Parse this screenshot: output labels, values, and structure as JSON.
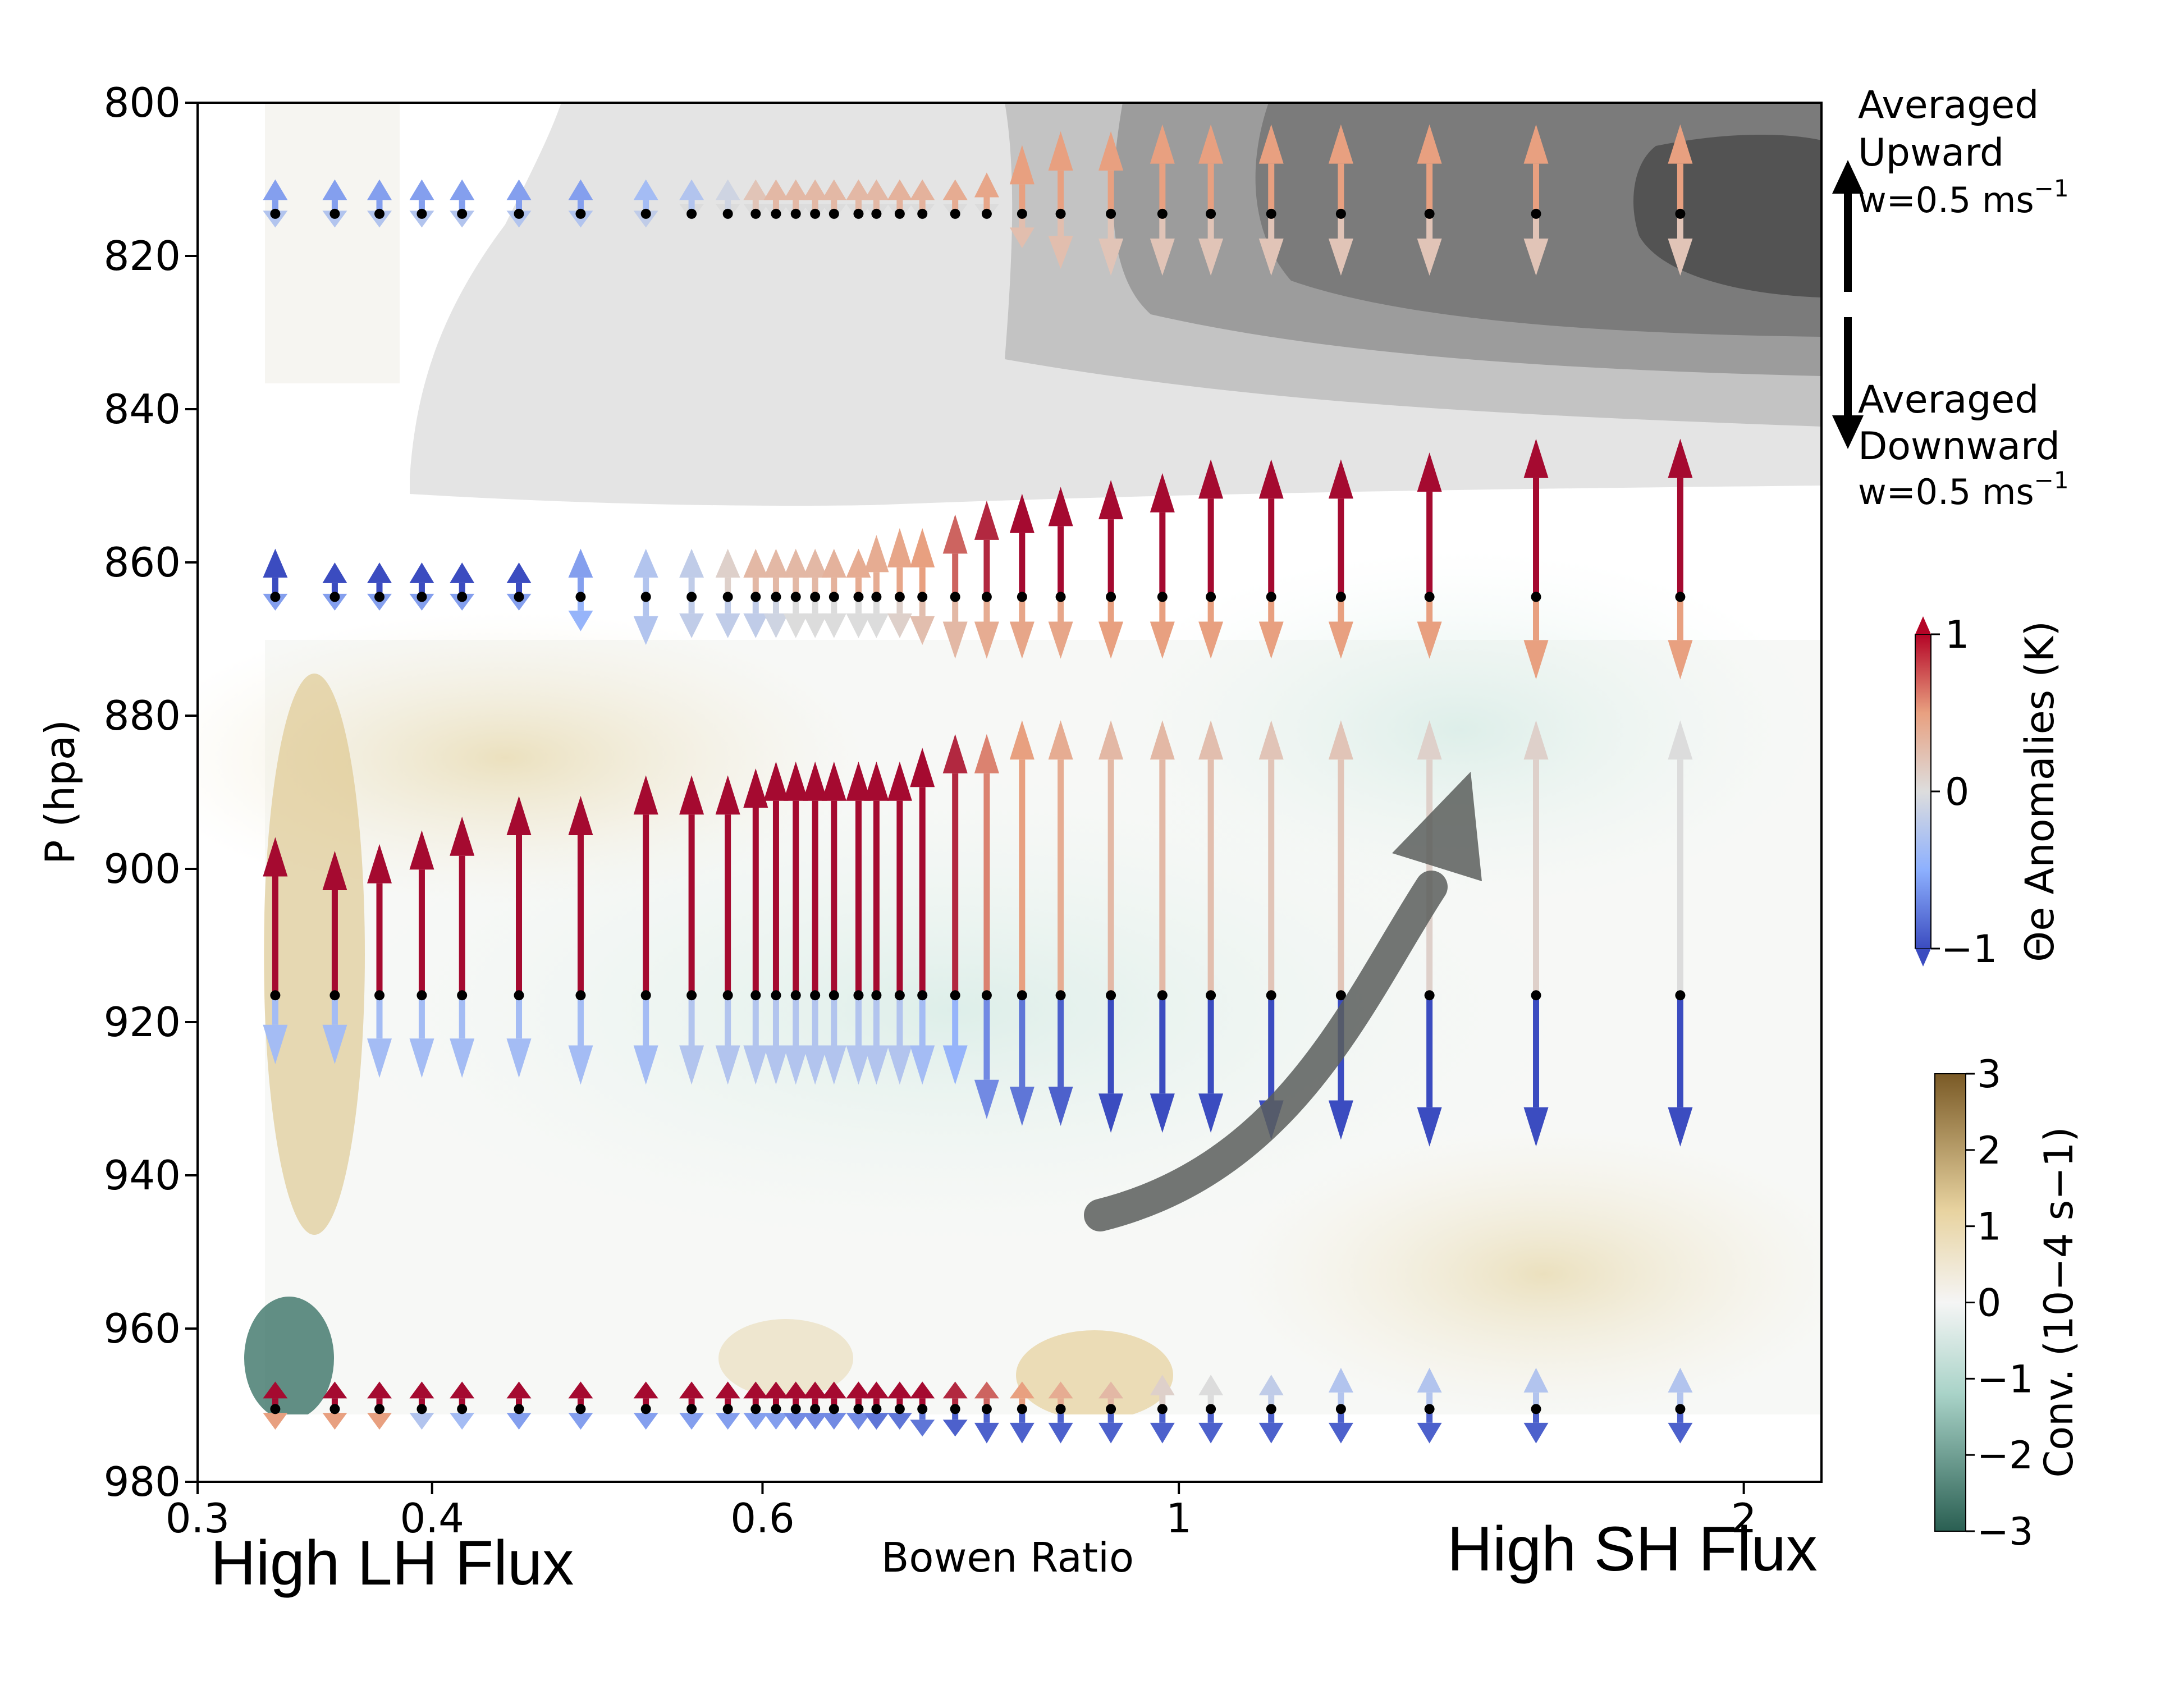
{
  "chart_data": {
    "type": "contour_quiver",
    "xlabel": "Bowen Ratio",
    "ylabel": "P (hpa)",
    "xscale": "log",
    "xlim": [
      0.3,
      2.2
    ],
    "ylim": [
      980,
      800
    ],
    "xticks": [
      0.3,
      0.4,
      0.6,
      1,
      2
    ],
    "xtick_labels": [
      "0.3",
      "0.4",
      "0.6",
      "1",
      "2"
    ],
    "yticks": [
      800,
      820,
      840,
      860,
      880,
      900,
      920,
      940,
      960,
      980
    ],
    "ytick_labels": [
      "800",
      "820",
      "840",
      "860",
      "880",
      "900",
      "920",
      "940",
      "960",
      "980"
    ],
    "x_positions": [
      0.33,
      0.355,
      0.375,
      0.395,
      0.415,
      0.445,
      0.48,
      0.52,
      0.55,
      0.575,
      0.595,
      0.61,
      0.625,
      0.64,
      0.655,
      0.675,
      0.69,
      0.71,
      0.73,
      0.76,
      0.79,
      0.825,
      0.865,
      0.92,
      0.98,
      1.04,
      1.12,
      1.22,
      1.36,
      1.55,
      1.85
    ],
    "levels": [
      814.5,
      864.5,
      916.5,
      970.5
    ],
    "arrows": [
      {
        "level": 814.5,
        "up": [
          0.05,
          0.05,
          0.05,
          0.05,
          0.05,
          0.05,
          0.05,
          0.05,
          0.05,
          0.05,
          0.05,
          0.05,
          0.05,
          0.05,
          0.05,
          0.05,
          0.05,
          0.05,
          0.05,
          0.05,
          0.06,
          0.1,
          0.12,
          0.12,
          0.13,
          0.13,
          0.13,
          0.13,
          0.13,
          0.13,
          0.13
        ],
        "down": [
          0.02,
          0.02,
          0.02,
          0.02,
          0.02,
          0.02,
          0.02,
          0.02,
          0.01,
          0.01,
          0.01,
          0.01,
          0.01,
          0.01,
          0.01,
          0.01,
          0.01,
          0.01,
          0.01,
          0.01,
          0.01,
          0.05,
          0.08,
          0.09,
          0.09,
          0.09,
          0.09,
          0.09,
          0.09,
          0.09,
          0.09
        ],
        "theta_up": [
          -0.6,
          -0.6,
          -0.6,
          -0.6,
          -0.6,
          -0.6,
          -0.6,
          -0.4,
          -0.3,
          -0.1,
          0.2,
          0.3,
          0.3,
          0.3,
          0.3,
          0.3,
          0.3,
          0.35,
          0.35,
          0.4,
          0.45,
          0.5,
          0.5,
          0.5,
          0.5,
          0.5,
          0.5,
          0.5,
          0.5,
          0.5,
          0.5
        ],
        "theta_down": [
          -0.3,
          -0.3,
          -0.3,
          -0.3,
          -0.3,
          -0.3,
          -0.3,
          -0.2,
          0,
          0,
          0,
          0,
          0,
          0,
          0,
          0,
          0,
          0,
          0,
          0,
          0,
          0.25,
          0.25,
          0.2,
          0.2,
          0.2,
          0.2,
          0.2,
          0.2,
          0.2,
          0.2
        ]
      },
      {
        "level": 864.5,
        "up": [
          0.07,
          0.05,
          0.05,
          0.05,
          0.05,
          0.05,
          0.07,
          0.07,
          0.07,
          0.07,
          0.07,
          0.07,
          0.07,
          0.07,
          0.07,
          0.07,
          0.09,
          0.1,
          0.1,
          0.12,
          0.14,
          0.15,
          0.16,
          0.17,
          0.18,
          0.2,
          0.2,
          0.2,
          0.21,
          0.23,
          0.23
        ],
        "down": [
          0.02,
          0.02,
          0.02,
          0.02,
          0.02,
          0.02,
          0.05,
          0.07,
          0.06,
          0.06,
          0.06,
          0.06,
          0.06,
          0.06,
          0.06,
          0.06,
          0.06,
          0.06,
          0.07,
          0.09,
          0.09,
          0.09,
          0.09,
          0.09,
          0.09,
          0.09,
          0.09,
          0.09,
          0.09,
          0.12,
          0.12
        ],
        "theta_up": [
          -1,
          -1,
          -1,
          -1,
          -1,
          -1,
          -0.6,
          -0.3,
          -0.2,
          0.1,
          0.3,
          0.3,
          0.3,
          0.3,
          0.35,
          0.4,
          0.4,
          0.45,
          0.5,
          0.7,
          0.9,
          1,
          1,
          1,
          1,
          1,
          1,
          1,
          1,
          1,
          1
        ],
        "theta_down": [
          -0.6,
          -0.6,
          -0.6,
          -0.6,
          -0.6,
          -0.6,
          -0.5,
          -0.3,
          -0.2,
          -0.2,
          -0.2,
          -0.1,
          0,
          0,
          0,
          0,
          0,
          0.1,
          0.25,
          0.3,
          0.4,
          0.45,
          0.45,
          0.5,
          0.5,
          0.5,
          0.5,
          0.5,
          0.5,
          0.5,
          0.5
        ]
      },
      {
        "level": 916.5,
        "up": [
          0.23,
          0.21,
          0.22,
          0.24,
          0.26,
          0.29,
          0.29,
          0.32,
          0.32,
          0.32,
          0.33,
          0.34,
          0.34,
          0.34,
          0.34,
          0.34,
          0.34,
          0.34,
          0.36,
          0.38,
          0.38,
          0.4,
          0.4,
          0.4,
          0.4,
          0.4,
          0.4,
          0.4,
          0.4,
          0.4,
          0.4
        ],
        "down": [
          0.1,
          0.1,
          0.12,
          0.12,
          0.12,
          0.12,
          0.13,
          0.13,
          0.13,
          0.13,
          0.13,
          0.13,
          0.13,
          0.13,
          0.13,
          0.13,
          0.13,
          0.13,
          0.13,
          0.13,
          0.18,
          0.19,
          0.19,
          0.2,
          0.2,
          0.2,
          0.21,
          0.21,
          0.22,
          0.22,
          0.22
        ],
        "theta_up": [
          1,
          1,
          1,
          1,
          1,
          1,
          1,
          1,
          1,
          1,
          1,
          1,
          1,
          1,
          1,
          1,
          1,
          1,
          1,
          0.9,
          0.6,
          0.5,
          0.4,
          0.3,
          0.3,
          0.25,
          0.2,
          0.2,
          0.1,
          0.1,
          0
        ],
        "theta_down": [
          -0.4,
          -0.4,
          -0.4,
          -0.4,
          -0.4,
          -0.4,
          -0.4,
          -0.4,
          -0.3,
          -0.3,
          -0.3,
          -0.3,
          -0.3,
          -0.3,
          -0.3,
          -0.3,
          -0.3,
          -0.3,
          -0.4,
          -0.5,
          -0.7,
          -0.8,
          -0.9,
          -1,
          -1,
          -1,
          -1,
          -1,
          -1,
          -1,
          -1
        ]
      },
      {
        "level": 970.5,
        "up": [
          0.04,
          0.04,
          0.04,
          0.04,
          0.04,
          0.04,
          0.04,
          0.04,
          0.04,
          0.04,
          0.04,
          0.04,
          0.04,
          0.04,
          0.04,
          0.04,
          0.04,
          0.04,
          0.04,
          0.04,
          0.04,
          0.04,
          0.04,
          0.04,
          0.05,
          0.05,
          0.05,
          0.06,
          0.06,
          0.06,
          0.06
        ],
        "down": [
          0.03,
          0.03,
          0.03,
          0.03,
          0.03,
          0.03,
          0.03,
          0.03,
          0.03,
          0.03,
          0.03,
          0.03,
          0.03,
          0.03,
          0.03,
          0.03,
          0.03,
          0.03,
          0.04,
          0.04,
          0.05,
          0.05,
          0.05,
          0.05,
          0.05,
          0.05,
          0.05,
          0.05,
          0.05,
          0.05,
          0.05
        ],
        "theta_up": [
          1,
          1,
          1,
          1,
          1,
          1,
          1,
          1,
          1,
          1,
          1,
          1,
          1,
          1,
          1,
          1,
          1,
          1,
          1,
          0.9,
          0.7,
          0.5,
          0.4,
          0.3,
          0.1,
          0,
          -0.2,
          -0.3,
          -0.3,
          -0.3,
          -0.3
        ],
        "theta_down": [
          0.5,
          0.5,
          0.5,
          -0.3,
          -0.4,
          -0.6,
          -0.6,
          -0.6,
          -0.6,
          -0.6,
          -0.6,
          -0.6,
          -0.7,
          -0.7,
          -0.7,
          -0.7,
          -0.8,
          -0.8,
          -0.8,
          -0.9,
          -0.9,
          -0.9,
          -0.9,
          -0.9,
          -0.9,
          -0.9,
          -0.9,
          -0.9,
          -0.9,
          -0.9,
          -0.9
        ]
      }
    ],
    "colorbars": [
      {
        "label": "Θe Anomalies (K)",
        "range": [
          -1,
          1
        ],
        "ticks": [
          "−1",
          "0",
          "1"
        ],
        "colors": [
          "#3b4cc0",
          "#dddddd",
          "#b40426"
        ]
      },
      {
        "label": "Conv. (10−4 s−1)",
        "range": [
          -3,
          3
        ],
        "ticks": [
          "−3",
          "−2",
          "−1",
          "0",
          "1",
          "2",
          "3"
        ],
        "colors": [
          "#2a5f52",
          "#f5f5f5",
          "#7a5a26"
        ]
      }
    ],
    "reference_arrows": {
      "upward": {
        "line1": "Averaged",
        "line2": "Upward",
        "label": "w=0.5 ms",
        "unit_exp": "−1"
      },
      "downward": {
        "line1": "Averaged",
        "line2": "Downward",
        "label": "w=0.5 ms",
        "unit_exp": "−1"
      }
    },
    "annotations": {
      "left": "High LH Flux",
      "right": "High SH Flux"
    }
  },
  "colors": {
    "axis": "#000000",
    "shade": "#5a5a5a",
    "dot": "#000000"
  }
}
